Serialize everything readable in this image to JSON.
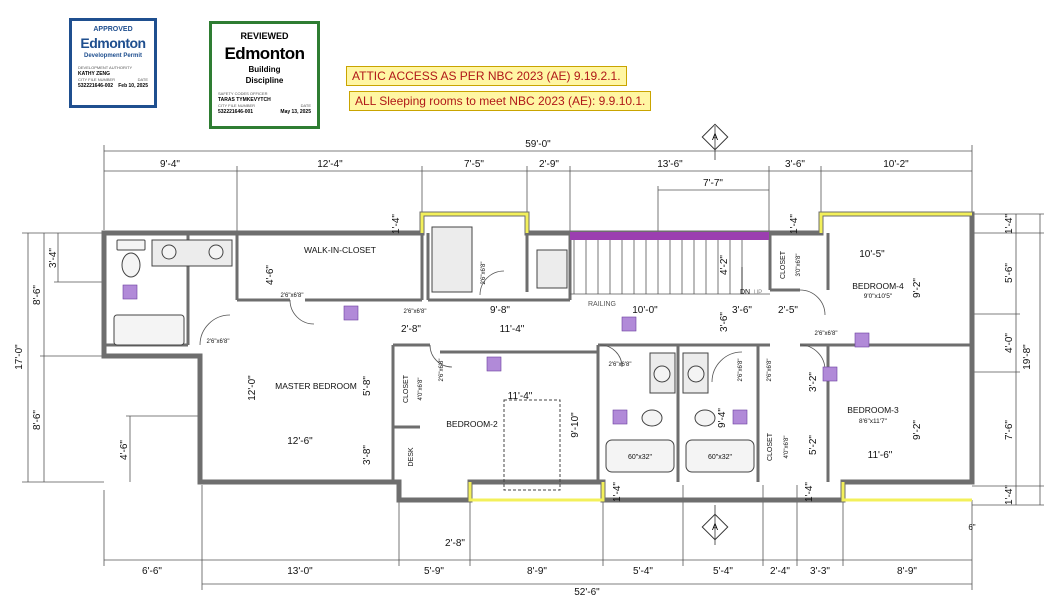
{
  "stamps": {
    "approved": {
      "heading": "APPROVED",
      "brand": "Edmonton",
      "subtitle": "Development Permit",
      "authority_label": "DEVELOPMENT AUTHORITY",
      "authority_name": "KATHY ZENG",
      "file_label": "CITY FILE NUMBER",
      "date_label": "DATE",
      "file_number": "532221646-002",
      "date": "Feb 10, 2025",
      "color": "#1f4f8f"
    },
    "reviewed": {
      "heading": "REVIEWED",
      "brand": "Edmonton",
      "subtitle_1": "Building",
      "subtitle_2": "Discipline",
      "officer_label": "SAFETY CODES OFFICER",
      "officer_name": "TARAS TYMKEVYTCH",
      "file_label": "CITY FILE NUMBER",
      "date_label": "DATE",
      "file_number": "532221646-001",
      "date": "May 13, 2025",
      "color": "#2e7d32"
    }
  },
  "notes": {
    "attic": "ATTIC ACCESS AS PER NBC 2023 (AE) 9.19.2.1.",
    "sleeping": "ALL Sleeping rooms to meet NBC 2023 (AE): 9.9.10.1."
  },
  "section_marker": "A",
  "dimensions": {
    "top_overall": "59'-0\"",
    "top": [
      "9'-4\"",
      "12'-4\"",
      "7'-5\"",
      "2'-9\"",
      "13'-6\"",
      "3'-6\"",
      "10'-2\""
    ],
    "stair_run": "7'-7\"",
    "bottom": [
      "6'-6\"",
      "13'-0\"",
      "5'-9\"",
      "8'-9\"",
      "5'-4\"",
      "5'-4\"",
      "2'-4\"",
      "3'-3\"",
      "8'-9\""
    ],
    "bottom_overall": "52'-6\"",
    "left_overall": "17'-0\"",
    "left": [
      "3'-4\"",
      "8'-6\"",
      "8'-6\"",
      "4'-6\""
    ],
    "right_overall": "19'-8\"",
    "right": [
      "1'-4\"",
      "5'-6\"",
      "4'-0\"",
      "7'-6\"",
      "1'-4\""
    ],
    "right_small": "6\"",
    "interior": {
      "wic_depth": "4'-6\"",
      "hall_98": "9'-8\"",
      "hall_100": "10'-0\"",
      "d36a": "3'-6\"",
      "d36v": "3'-6\"",
      "d25": "2'-5\"",
      "d28": "2'-8\"",
      "d114": "11'-4\"",
      "d58": "5'-8\"",
      "d120": "12'-0\"",
      "d126": "12'-6\"",
      "d38": "3'-8\"",
      "br2_w": "11'-4\"",
      "br2_h": "9'-10\"",
      "d94": "9'-4\"",
      "d42": "4'-2\"",
      "br4_w": "10'-5\"",
      "br4_h": "9'-2\"",
      "d32": "3'-2\"",
      "d52": "5'-2\"",
      "br3_w": "11'-6\"",
      "br3_h": "9'-2\"",
      "d14a": "1'-4\"",
      "d14b": "1'-4\"",
      "d14c": "1'-4\"",
      "d14d": "1'-4\"",
      "d28b": "2'-8\""
    }
  },
  "rooms": {
    "walk_in_closet": "WALK-IN-CLOSET",
    "master_bedroom": "MASTER BEDROOM",
    "bedroom_2": "BEDROOM-2",
    "bedroom_3": "BEDROOM-3",
    "bedroom_3_size": "8'6\"x11'7\"",
    "bedroom_4": "BEDROOM-4",
    "bedroom_4_size": "9'0\"x10'5\"",
    "closet": "CLOSET",
    "desk": "DESK",
    "railing": "RAILING",
    "dn": "DN",
    "up": "UP"
  },
  "doors": {
    "d1": "2'6\"x6'8\"",
    "d2": "2'6\"x6'8\"",
    "d3": "2'6\"x6'8\"",
    "d4": "2'6\"x6'8\"",
    "d5": "2'6\"x6'8\"",
    "d6": "2'6\"x6'8\"",
    "d7": "2'6\"x6'8\"",
    "d8": "2'6\"x6'8\"",
    "d9": "2'6\"x6'8\"",
    "c1": "4'0\"x6'8\"",
    "c2": "4'0\"x6'8\"",
    "c3": "3'0\"x6'8\""
  },
  "fixtures": {
    "tub1": "60\"x32\"",
    "tub2": "60\"x32\""
  },
  "colors": {
    "wall": "#6e6e6e",
    "highlight_yellow": "#f3f05a",
    "stair_purple": "#9b3fb0",
    "smoke_purple": "#b18ad8"
  }
}
